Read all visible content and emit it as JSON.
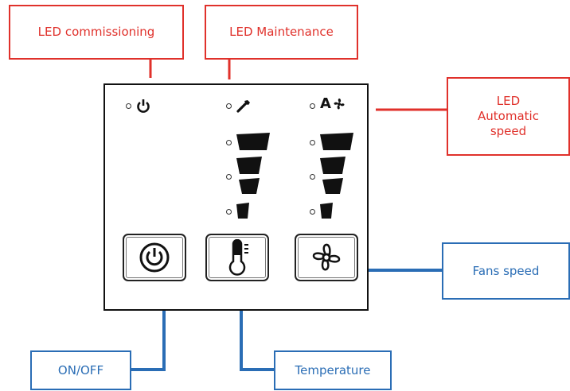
{
  "callouts": {
    "led_commissioning": "LED commissioning",
    "led_maintenance": "LED Maintenance",
    "led_automatic_speed": "LED\nAutomatic\nspeed",
    "fans_speed": "Fans speed",
    "on_off": "ON/OFF",
    "temperature": "Temperature"
  },
  "panel": {
    "auto_fan_letter": "A",
    "speed_levels": 4,
    "buttons": [
      "power",
      "temperature",
      "fan"
    ]
  },
  "colors": {
    "led_callout": "#e0312b",
    "button_callout": "#2a6db5",
    "panel_border": "#111111"
  },
  "icons": [
    "power-icon",
    "wrench-icon",
    "auto-fan-icon",
    "thermometer-icon",
    "fan-icon",
    "speed-bar-icon"
  ]
}
